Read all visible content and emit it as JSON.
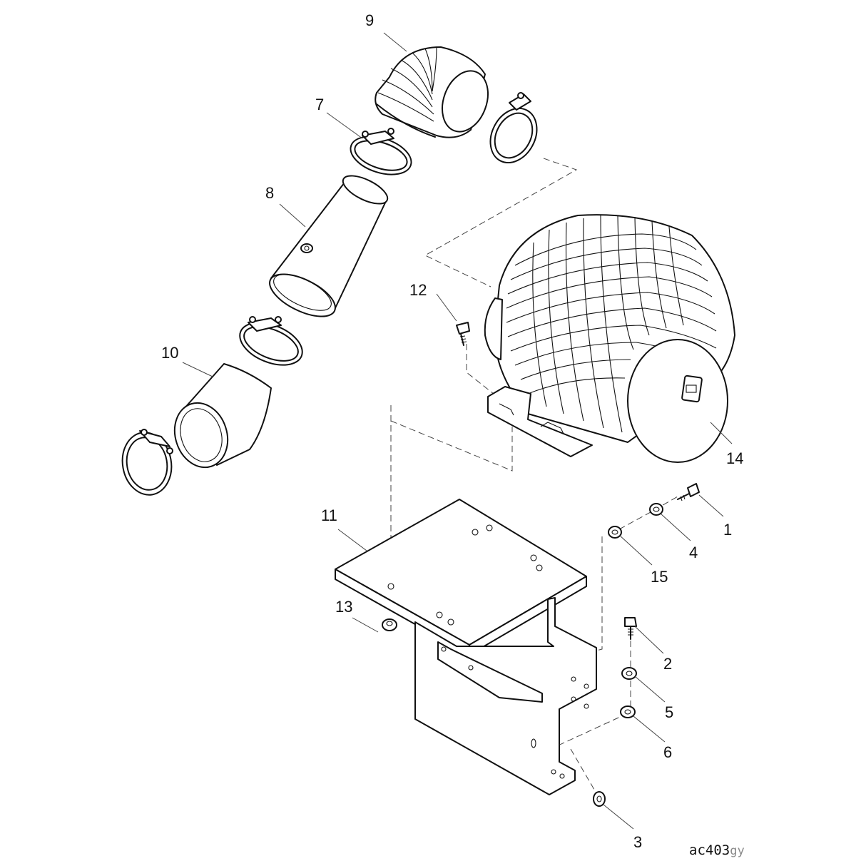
{
  "figure": {
    "reference_code": "ac403",
    "reference_suffix": "gy",
    "part_labels": [
      "1",
      "2",
      "3",
      "4",
      "5",
      "6",
      "7",
      "8",
      "9",
      "10",
      "11",
      "12",
      "13",
      "14",
      "15"
    ]
  },
  "colors": {
    "line": "#111111",
    "background": "#ffffff",
    "suffix_text": "#8a8a8a"
  }
}
